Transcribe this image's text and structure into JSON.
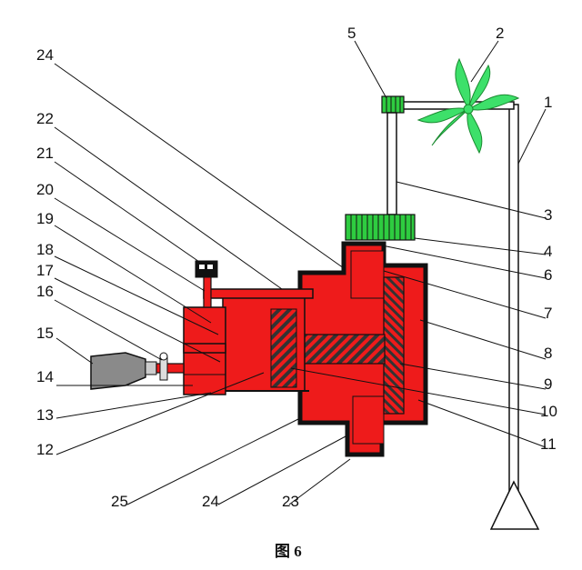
{
  "figure": {
    "caption": "图 6",
    "colors": {
      "body": "#ee1b1b",
      "outline": "#111111",
      "gear": "#2ecc40",
      "propeller": "#3de06a",
      "tank": "#8a8a8a",
      "hatch_bg": "#444444"
    },
    "labels": [
      {
        "id": "l24a",
        "text": "24"
      },
      {
        "id": "l22",
        "text": "22"
      },
      {
        "id": "l21",
        "text": "21"
      },
      {
        "id": "l20",
        "text": "20"
      },
      {
        "id": "l19",
        "text": "19"
      },
      {
        "id": "l18",
        "text": "18"
      },
      {
        "id": "l17",
        "text": "17"
      },
      {
        "id": "l16",
        "text": "16"
      },
      {
        "id": "l15",
        "text": "15"
      },
      {
        "id": "l14",
        "text": "14"
      },
      {
        "id": "l13",
        "text": "13"
      },
      {
        "id": "l12",
        "text": "12"
      },
      {
        "id": "l25",
        "text": "25"
      },
      {
        "id": "l24b",
        "text": "24"
      },
      {
        "id": "l23",
        "text": "23"
      },
      {
        "id": "l5",
        "text": "5"
      },
      {
        "id": "l2",
        "text": "2"
      },
      {
        "id": "l1",
        "text": "1"
      },
      {
        "id": "l3",
        "text": "3"
      },
      {
        "id": "l4",
        "text": "4"
      },
      {
        "id": "l6",
        "text": "6"
      },
      {
        "id": "l7",
        "text": "7"
      },
      {
        "id": "l8",
        "text": "8"
      },
      {
        "id": "l9",
        "text": "9"
      },
      {
        "id": "l10",
        "text": "10"
      },
      {
        "id": "l11",
        "text": "11"
      }
    ]
  }
}
